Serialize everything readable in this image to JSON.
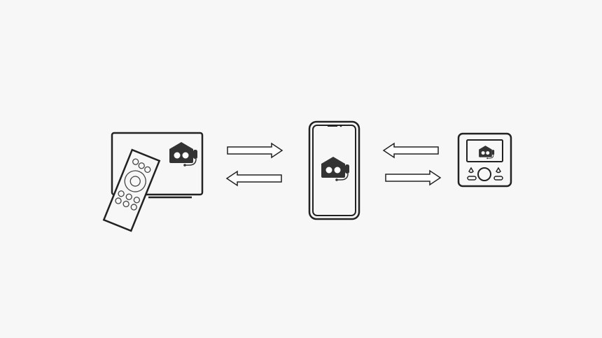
{
  "diagram": {
    "nodes": [
      {
        "id": "tv",
        "icon": "tv-with-remote-icon"
      },
      {
        "id": "phone",
        "icon": "smartphone-icon"
      },
      {
        "id": "intercom",
        "icon": "intercom-panel-icon"
      }
    ],
    "bot_icon": "robot-assistant-icon",
    "connections": [
      {
        "from": "tv",
        "to": "phone",
        "direction": "bidirectional"
      },
      {
        "from": "intercom",
        "to": "phone",
        "direction": "bidirectional"
      }
    ],
    "colors": {
      "background": "#f7f7f7",
      "stroke": "#222222",
      "fill": "#333333"
    }
  }
}
